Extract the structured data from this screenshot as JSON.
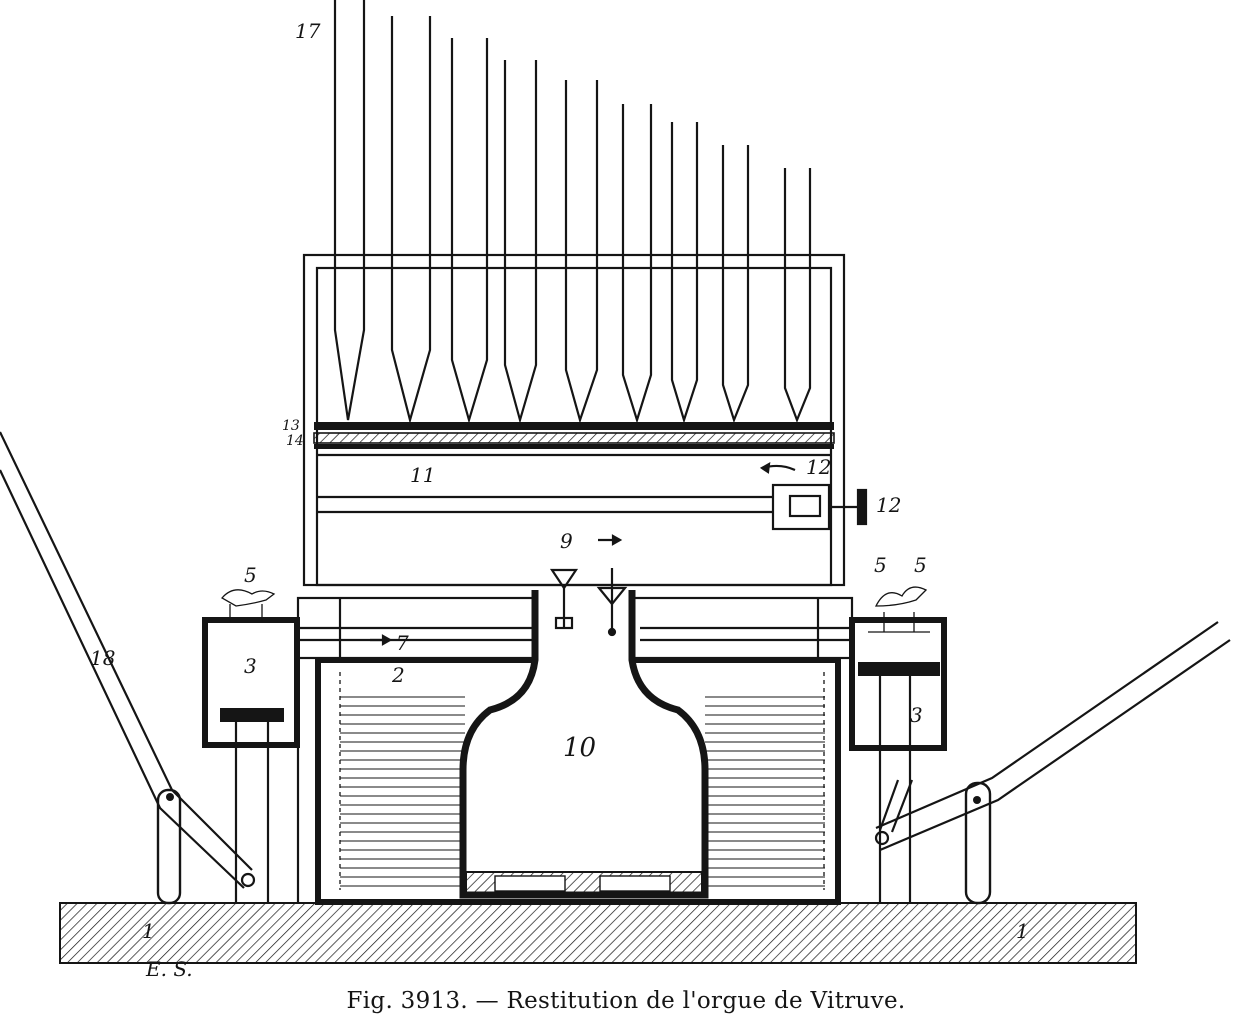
{
  "caption": "Fig. 3913. — Restitution de l'orgue de Vitruve.",
  "signature": "E. S.",
  "labels": {
    "l1_left": "1",
    "l1_right": "1",
    "l2": "2",
    "l3_left": "3",
    "l3_right": "3",
    "l5_left": "5",
    "l5_right_a": "5",
    "l5_right_b": "5",
    "l7": "7",
    "l9": "9",
    "l10": "10",
    "l11": "11",
    "l12_top": "12",
    "l12_right": "12",
    "l13": "13",
    "l14": "14",
    "l17": "17",
    "l18": "18"
  }
}
